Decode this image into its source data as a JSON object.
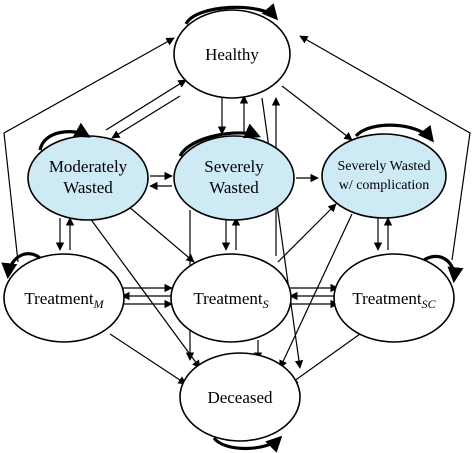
{
  "nodes": {
    "healthy": {
      "lines": [
        "Healthy"
      ]
    },
    "moderate": {
      "lines": [
        "Moderately",
        "Wasted"
      ]
    },
    "severe": {
      "lines": [
        "Severely",
        "Wasted"
      ]
    },
    "severe_sc": {
      "lines": [
        "Severely Wasted",
        "w/ complication"
      ]
    },
    "treat_m": {
      "label": "Treatment",
      "sub": "M"
    },
    "treat_s": {
      "label": "Treatment",
      "sub": "S"
    },
    "treat_sc": {
      "label": "Treatment",
      "sub": "SC"
    },
    "deceased": {
      "lines": [
        "Deceased"
      ]
    }
  },
  "colors": {
    "wasted_fill": "#cdeaf5",
    "default_fill": "#ffffff",
    "stroke": "#000000"
  }
}
